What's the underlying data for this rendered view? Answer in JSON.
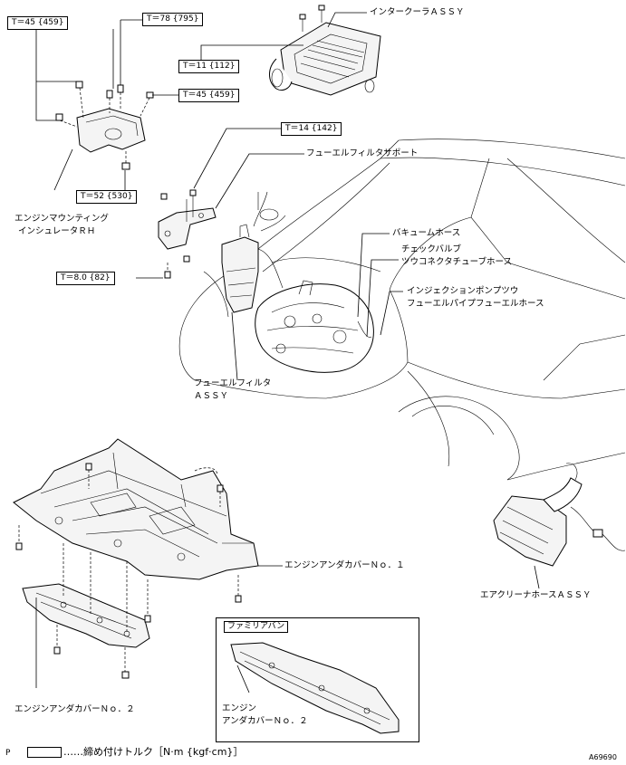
{
  "torque_labels": {
    "mount_left": "T＝45 {459}",
    "mount_top": "T＝78 {795}",
    "mount_right": "T＝45 {459}",
    "mount_bottom": "T＝52 {530}",
    "intercooler": "T＝11 {112}",
    "filter_support": "T＝14 {142}",
    "filter_bracket": "T＝8.0 {82}"
  },
  "part_labels": {
    "intercooler": "インタークーラＡＳＳＹ",
    "fuel_filter_support": "フューエルフィルタサポート",
    "engine_mounting_line1": "エンジンマウンティング",
    "engine_mounting_line2": "インシュレータＲＨ",
    "vacuum_hose": "バキュームホース",
    "check_valve_line1": "チェックバルブ",
    "check_valve_line2": "ツウコネクタチューブホース",
    "injection_line1": "インジェクションポンプツウ",
    "injection_line2": "フューエルパイプフューエルホース",
    "fuel_filter_line1": "フューエルフィルタ",
    "fuel_filter_line2": "ＡＳＳＹ",
    "under_cover_1": "エンジンアンダカバーＮｏ．１",
    "air_cleaner_hose": "エアクリーナホースＡＳＳＹ",
    "under_cover_2": "エンジンアンダカバーＮｏ．２",
    "inset_cover_line1": "エンジン",
    "inset_cover_line2": "アンダカバーＮｏ．２"
  },
  "inset_title": "ファミリアバン",
  "legend": {
    "prefix": "P",
    "text": "……締め付けトルク［N·m {kgf·cm}］"
  },
  "figure_id": "A69690"
}
